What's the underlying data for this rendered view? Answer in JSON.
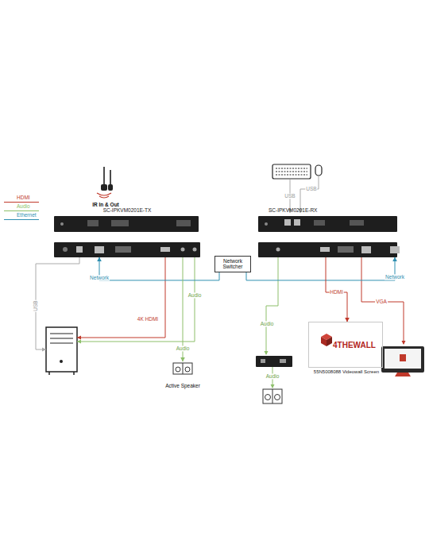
{
  "diagram": {
    "nodes": [
      {
        "text": [
          "SC-IPKVM0201E-TX"
        ]
      },
      {
        "text": [
          "SC-IPKVM0201E-RX"
        ]
      },
      {
        "text": [
          "Network Switcher"
        ]
      },
      {
        "text": [
          "Active Speaker"
        ]
      },
      {
        "text": [
          "4THEWALL",
          "55N5008088 Videowall Screen"
        ]
      }
    ],
    "edges": [
      {
        "from": 2,
        "to": 0,
        "label": "Network",
        "arrow": "to"
      },
      {
        "from": 2,
        "to": 1,
        "label": "Network",
        "arrow": "to"
      },
      {
        "from": 0,
        "to": 3,
        "label": "Audio",
        "arrow": "to"
      },
      {
        "from": 1,
        "to": 4,
        "label": "HDMI",
        "arrow": "to"
      }
    ],
    "labels": [
      "IR In & Out",
      "USB",
      "USB",
      "USB",
      "4K HDMI",
      "Audio",
      "Audio",
      "Audio",
      "VGA"
    ],
    "legend": [
      {
        "text": "HDMI"
      },
      {
        "text": "Audio"
      },
      {
        "text": "Ethernet"
      }
    ]
  }
}
